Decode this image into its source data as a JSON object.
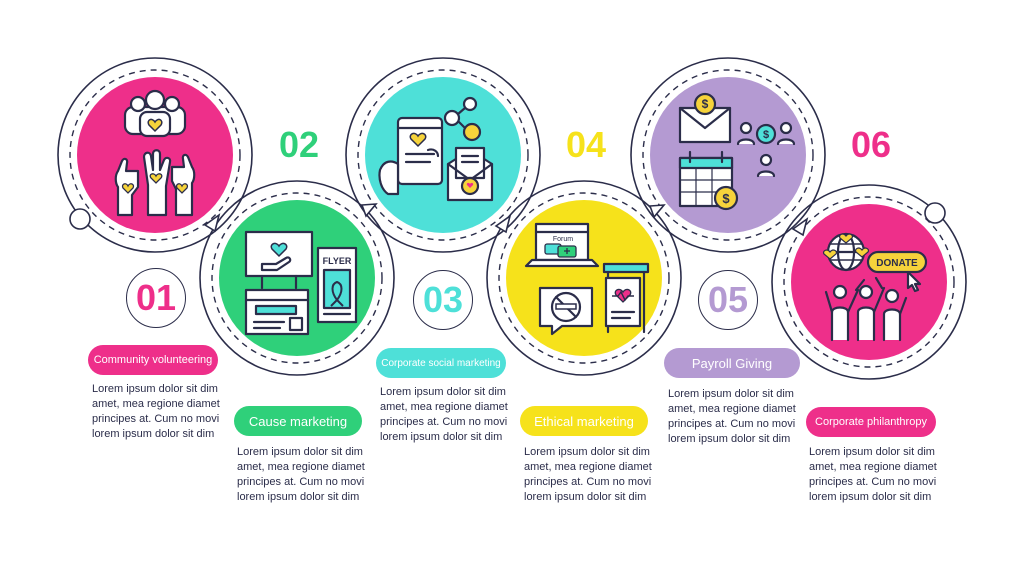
{
  "colors": {
    "pink": "#ee2f8a",
    "green": "#2fd07a",
    "cyan": "#4ee0d8",
    "yellow": "#f6e21b",
    "lilac": "#b49ad2",
    "ink": "#2b2d4a",
    "heart": "#f6d33b"
  },
  "steps": [
    {
      "number": "01",
      "title": "Community volunteering",
      "description": "Lorem ipsum dolor sit dim\namet, mea regione diamet\nprincipes at. Cum no movi\nlorem ipsum dolor sit dim"
    },
    {
      "number": "02",
      "title": "Cause marketing",
      "description": "Lorem ipsum dolor sit dim\namet, mea regione diamet\nprincipes at. Cum no movi\nlorem ipsum dolor sit dim"
    },
    {
      "number": "03",
      "title": "Corporate social marketing",
      "description": "Lorem ipsum dolor sit dim\namet, mea regione diamet\nprincipes at. Cum no movi\nlorem ipsum dolor sit dim"
    },
    {
      "number": "04",
      "title": "Ethical marketing",
      "description": "Lorem ipsum dolor sit dim\namet, mea regione diamet\nprincipes at. Cum no movi\nlorem ipsum dolor sit dim"
    },
    {
      "number": "05",
      "title": "Payroll Giving",
      "description": "Lorem ipsum dolor sit dim\namet, mea regione diamet\nprincipes at. Cum no movi\nlorem ipsum dolor sit dim"
    },
    {
      "number": "06",
      "title": "Corporate philanthropy",
      "description": "Lorem ipsum dolor sit dim\namet, mea regione diamet\nprincipes at. Cum no movi\nlorem ipsum dolor sit dim"
    }
  ],
  "icons": {
    "step1": "volunteer-hands-icon",
    "step2": "billboard-flyer-icon",
    "step3": "phone-envelope-icon",
    "step4": "laptop-forum-icon",
    "step5": "money-envelope-calendar-icon",
    "step6": "donate-globe-icon"
  },
  "icon_text": {
    "flyer": "FLYER",
    "forum": "Forum",
    "donate": "DONATE",
    "dollar": "$"
  }
}
